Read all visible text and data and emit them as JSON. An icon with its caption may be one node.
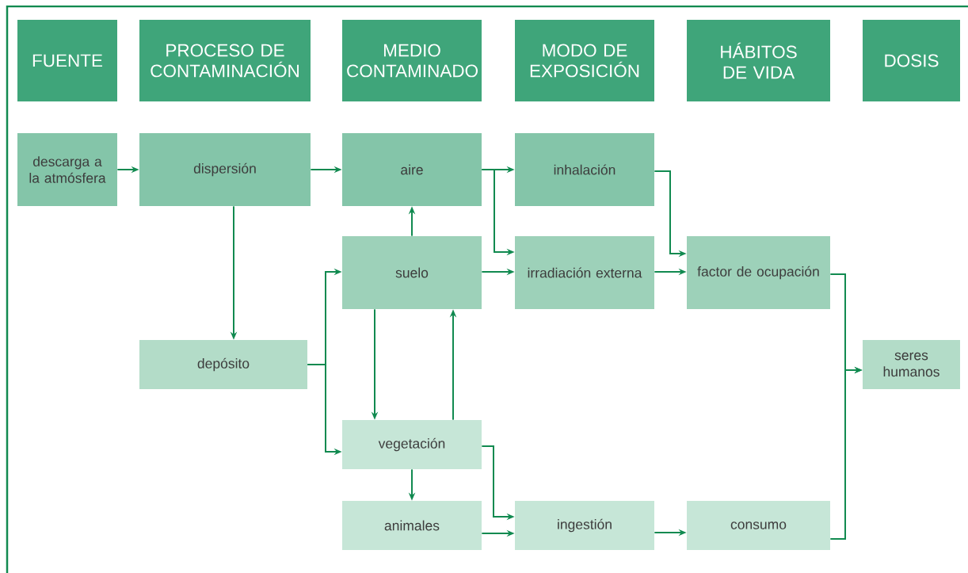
{
  "diagram": {
    "nodes": [
      {
        "text": [
          "FUENTE"
        ]
      },
      {
        "text": [
          "PROCESO DE CONTAMINACIÓN"
        ]
      },
      {
        "text": [
          "MEDIO CONTAMINADO"
        ]
      },
      {
        "text": [
          "MODO DE EXPOSICIÓN"
        ]
      },
      {
        "text": [
          "HÁBITOS DE VIDA"
        ]
      },
      {
        "text": [
          "DOSIS"
        ]
      },
      {
        "text": [
          "descarga a la atmósfera"
        ]
      },
      {
        "text": [
          "dispersión"
        ]
      },
      {
        "text": [
          "aire"
        ]
      },
      {
        "text": [
          "inhalación"
        ]
      },
      {
        "text": [
          "suelo"
        ]
      },
      {
        "text": [
          "irradiación externa"
        ]
      },
      {
        "text": [
          "factor de ocupación"
        ]
      },
      {
        "text": [
          "depósito"
        ]
      },
      {
        "text": [
          "seres humanos"
        ]
      },
      {
        "text": [
          "vegetación"
        ]
      },
      {
        "text": [
          "animales"
        ]
      },
      {
        "text": [
          "ingestión"
        ]
      },
      {
        "text": [
          "consumo"
        ]
      }
    ],
    "edges": [
      {
        "from": 6,
        "to": 7,
        "arrow": "to"
      },
      {
        "from": 7,
        "to": 8,
        "arrow": "to"
      },
      {
        "from": 7,
        "to": 13,
        "arrow": "to"
      },
      {
        "from": 8,
        "to": 9,
        "arrow": "to"
      },
      {
        "from": 8,
        "to": 11,
        "arrow": "to"
      },
      {
        "from": 10,
        "to": 8,
        "arrow": "to"
      },
      {
        "from": 10,
        "to": 11,
        "arrow": "to"
      },
      {
        "from": 9,
        "to": 12,
        "arrow": "to"
      },
      {
        "from": 11,
        "to": 12,
        "arrow": "to"
      },
      {
        "from": 13,
        "to": 10,
        "arrow": "to"
      },
      {
        "from": 13,
        "to": 15,
        "arrow": "to"
      },
      {
        "from": 10,
        "to": 15,
        "arrow": "to"
      },
      {
        "from": 15,
        "to": 10,
        "arrow": "to"
      },
      {
        "from": 15,
        "to": 16,
        "arrow": "to"
      },
      {
        "from": 15,
        "to": 17,
        "arrow": "to"
      },
      {
        "from": 16,
        "to": 17,
        "arrow": "to"
      },
      {
        "from": 17,
        "to": 18,
        "arrow": "to"
      },
      {
        "from": 12,
        "to": 14,
        "arrow": "to"
      },
      {
        "from": 18,
        "to": 14,
        "arrow": "to"
      }
    ]
  }
}
